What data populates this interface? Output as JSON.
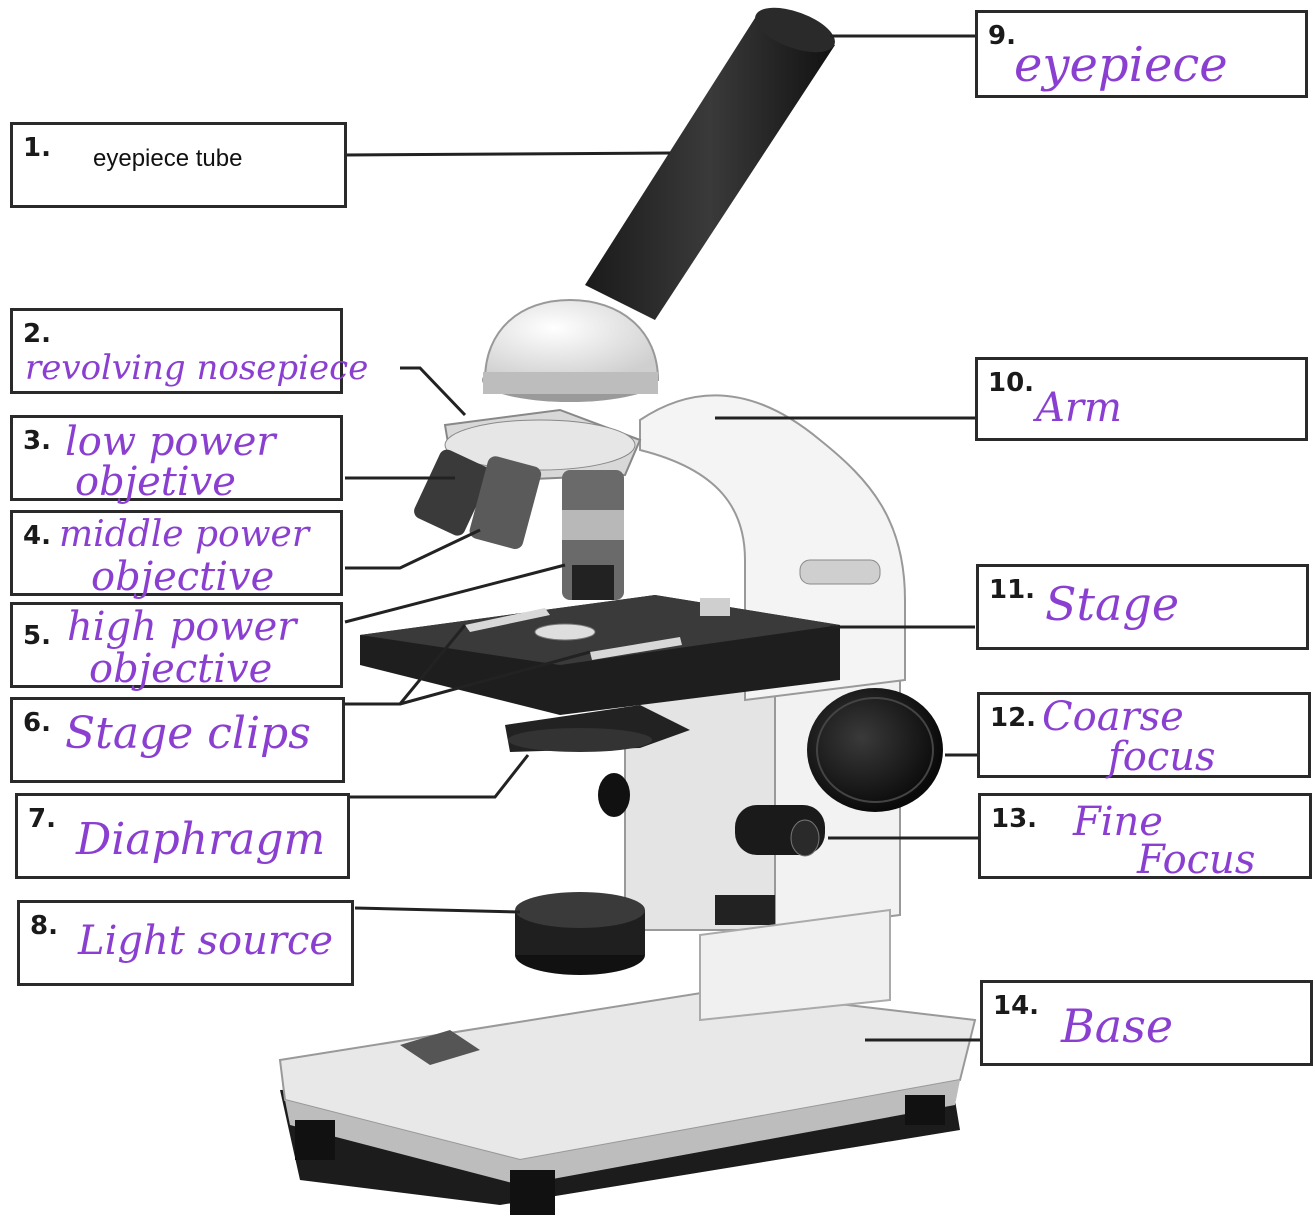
{
  "labels": [
    {
      "num": "1.",
      "text": "eyepiece tube",
      "typed": true
    },
    {
      "num": "2.",
      "text": "revolving nosepiece"
    },
    {
      "num": "3.",
      "line1": "low power",
      "line2": "objetive"
    },
    {
      "num": "4.",
      "line1": "middle power",
      "line2": "objective"
    },
    {
      "num": "5.",
      "line1": "high power",
      "line2": "objective"
    },
    {
      "num": "6.",
      "text": "Stage clips"
    },
    {
      "num": "7.",
      "text": "Diaphragm"
    },
    {
      "num": "8.",
      "text": "Light source"
    },
    {
      "num": "9.",
      "text": "eyepiece"
    },
    {
      "num": "10.",
      "text": "Arm"
    },
    {
      "num": "11.",
      "text": "Stage"
    },
    {
      "num": "12.",
      "line1": "Coarse",
      "line2": "focus"
    },
    {
      "num": "13.",
      "line1": "Fine",
      "line2": "Focus"
    },
    {
      "num": "14.",
      "text": "Base"
    }
  ],
  "colors": {
    "handwriting": "#8a3fd1",
    "ink": "#1a1a1a"
  }
}
